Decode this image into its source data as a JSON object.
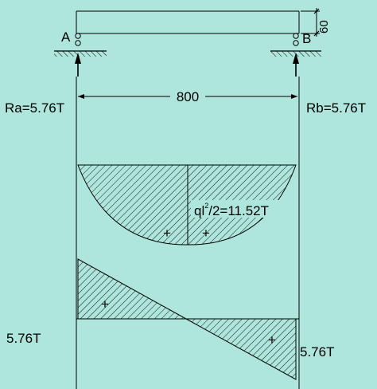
{
  "colors": {
    "background": "#aee6dd",
    "ink": "#000000"
  },
  "supports": {
    "a_label": "A",
    "b_label": "B",
    "reaction_a": "Ra=5.76T",
    "reaction_b": "Rb=5.76T"
  },
  "dimensions": {
    "span": "800",
    "height": "60"
  },
  "moment_diagram": {
    "max_label_main": "ql",
    "max_label_sup": "2",
    "max_label_rest": "/2=11.52T",
    "sign_left": "+",
    "sign_right": "+"
  },
  "shear_diagram": {
    "left_value": "5.76T",
    "right_value": "5.76T",
    "sign_upper": "+",
    "sign_lower": "+"
  }
}
